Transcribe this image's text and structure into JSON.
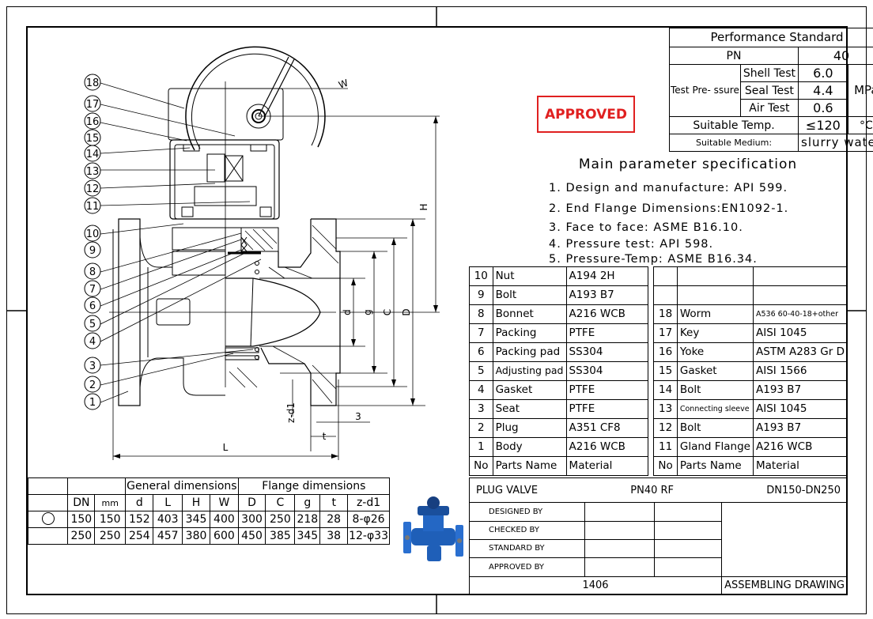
{
  "performance": {
    "title": "Performance Standard",
    "pn_label": "PN",
    "pn_value": "40",
    "test_pressure_label": "Test Pre- ssure",
    "tests": [
      {
        "label": "Shell Test",
        "value": "6.0"
      },
      {
        "label": "Seal Test",
        "value": "4.4"
      },
      {
        "label": "Air Test",
        "value": "0.6"
      }
    ],
    "pressure_unit": "MPa",
    "temp_label": "Suitable Temp.",
    "temp_value": "≤120",
    "temp_unit": "°C",
    "medium_label": "Suitable Medium:",
    "medium_value": "slurry water"
  },
  "stamp": {
    "text": "APPROVED",
    "color": "#e02020"
  },
  "spec": {
    "title": "Main parameter specification",
    "items": [
      "1. Design and manufacture: API 599.",
      "2. End Flange Dimensions:EN1092-1.",
      "3. Face to face: ASME B16.10.",
      "4. Pressure test: API 598.",
      "5. Pressure-Temp: ASME B16.34."
    ]
  },
  "parts": {
    "left": [
      {
        "no": "10",
        "name": "Nut",
        "material": "A194 2H"
      },
      {
        "no": "9",
        "name": "Bolt",
        "material": "A193 B7"
      },
      {
        "no": "8",
        "name": "Bonnet",
        "material": "A216 WCB"
      },
      {
        "no": "7",
        "name": "Packing",
        "material": "PTFE"
      },
      {
        "no": "6",
        "name": "Packing pad",
        "material": "SS304"
      },
      {
        "no": "5",
        "name": "Adjusting pad",
        "material": "SS304"
      },
      {
        "no": "4",
        "name": "Gasket",
        "material": "PTFE"
      },
      {
        "no": "3",
        "name": "Seat",
        "material": "PTFE"
      },
      {
        "no": "2",
        "name": "Plug",
        "material": "A351 CF8"
      },
      {
        "no": "1",
        "name": "Body",
        "material": "A216 WCB"
      }
    ],
    "right": [
      {
        "no": "18",
        "name": "Worm",
        "material": "A536 60-40-18+other"
      },
      {
        "no": "17",
        "name": "Key",
        "material": "AISI 1045"
      },
      {
        "no": "16",
        "name": "Yoke",
        "material": "ASTM A283 Gr D"
      },
      {
        "no": "15",
        "name": "Gasket",
        "material": "AISI 1566"
      },
      {
        "no": "14",
        "name": "Bolt",
        "material": "A193 B7"
      },
      {
        "no": "13",
        "name": "Connecting sleeve",
        "material": "AISI 1045"
      },
      {
        "no": "12",
        "name": "Bolt",
        "material": "A193 B7"
      },
      {
        "no": "11",
        "name": "Gland Flange",
        "material": "A216 WCB"
      }
    ],
    "header": {
      "no": "No",
      "name": "Parts Name",
      "material": "Material"
    }
  },
  "dimensions": {
    "group_general": "General dimensions",
    "group_flange": "Flange dimensions",
    "headers": [
      "DN",
      "mm",
      "d",
      "L",
      "H",
      "W",
      "D",
      "C",
      "g",
      "t",
      "z-d1"
    ],
    "rows": [
      [
        "150",
        "150",
        "152",
        "403",
        "345",
        "400",
        "300",
        "250",
        "218",
        "28",
        "8-φ26"
      ],
      [
        "250",
        "250",
        "254",
        "457",
        "380",
        "600",
        "450",
        "385",
        "345",
        "38",
        "12-φ33"
      ]
    ]
  },
  "title_block": {
    "product": "PLUG VALVE",
    "rating": "PN40 RF",
    "size_range": "DN150-DN250",
    "designed_by": "DESIGNED BY",
    "checked_by": "CHECKED BY",
    "standard_by": "STANDARD BY",
    "approved_by": "APPROVED BY",
    "drawing_no": "1406",
    "drawing_type": "ASSEMBLING DRAWING"
  },
  "drawing": {
    "callouts": [
      "18",
      "17",
      "16",
      "15",
      "14",
      "13",
      "12",
      "11",
      "10",
      "9",
      "8",
      "7",
      "6",
      "5",
      "4",
      "3",
      "2",
      "1"
    ],
    "dim_labels": {
      "W": "W",
      "H": "H",
      "d": "d",
      "g": "g",
      "C": "C",
      "D": "D",
      "L": "L",
      "t": "t",
      "three": "3",
      "zd1": "z-d1"
    }
  }
}
